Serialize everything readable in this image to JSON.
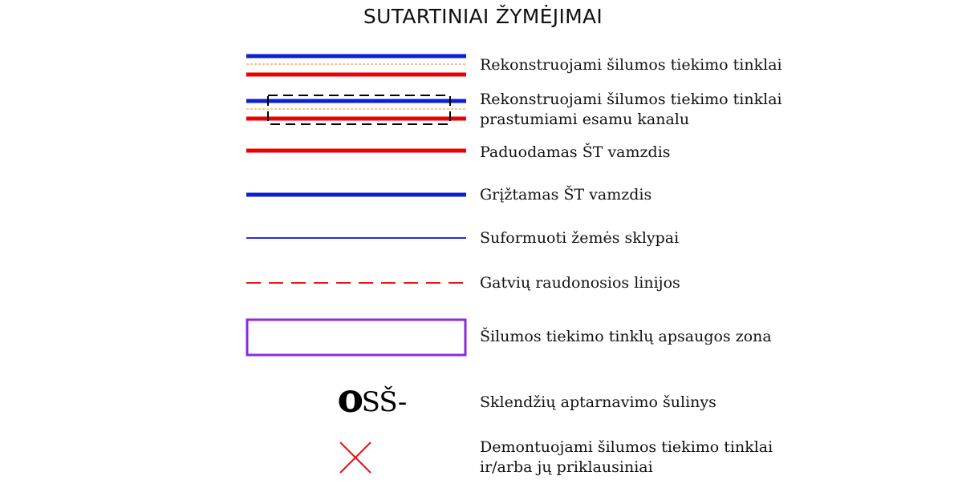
{
  "title": "SUTARTINIAI ŽYMĖJIMAI",
  "colors": {
    "supply": "#ee0000",
    "return": "#0a1fd6",
    "plot": "#2a2adf",
    "zone": "#8a2be2",
    "dashed_red": "#ee1111"
  },
  "legend": [
    {
      "symbol": "double-line-reconstructed",
      "lines": [
        "Rekonstruojami šilumos tiekimo tinklai"
      ]
    },
    {
      "symbol": "double-line-in-channel",
      "lines": [
        "Rekonstruojami šilumos tiekimo tinklai",
        "prastumiami esamu kanalu"
      ]
    },
    {
      "symbol": "supply-pipe-line",
      "lines": [
        "Paduodamas ŠT vamzdis"
      ]
    },
    {
      "symbol": "return-pipe-line",
      "lines": [
        "Grįžtamas ŠT vamzdis"
      ]
    },
    {
      "symbol": "land-plot-line",
      "lines": [
        "Suformuoti žemės sklypai"
      ]
    },
    {
      "symbol": "red-lines-dashed",
      "lines": [
        "Gatvių raudonosios linijos"
      ]
    },
    {
      "symbol": "protection-zone-rect",
      "lines": [
        "Šilumos tiekimo tinklų apsaugos zona"
      ]
    },
    {
      "symbol": "valve-well-icon",
      "symbol_text": {
        "o": "O",
        "rest": "SŠ-"
      },
      "lines": [
        "Sklendžių aptarnavimo šulinys"
      ]
    },
    {
      "symbol": "dismantled-x-icon",
      "lines": [
        "Demontuojami šilumos tiekimo tinklai",
        "ir/arba jų priklausiniai"
      ]
    }
  ]
}
